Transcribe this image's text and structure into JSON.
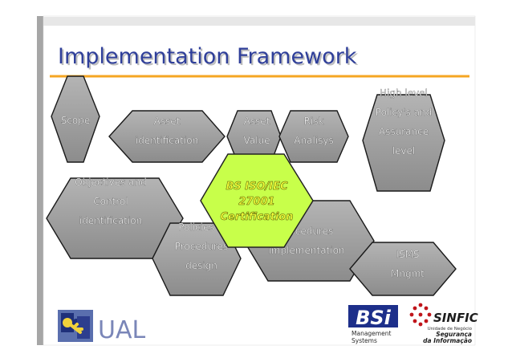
{
  "title": "Implementation Framework",
  "center": {
    "lines": [
      "BS ISO/IEC",
      "27001",
      "Certification"
    ]
  },
  "nodes": [
    {
      "id": "scope",
      "lines": [
        "Scope"
      ]
    },
    {
      "id": "asset-identification",
      "lines": [
        "Asset",
        "identification"
      ]
    },
    {
      "id": "asset-value",
      "lines": [
        "Asset",
        "Value"
      ]
    },
    {
      "id": "risk-analisys",
      "lines": [
        "Risk",
        "Analisys"
      ]
    },
    {
      "id": "high-level-policy",
      "lines": [
        "High level",
        "Policy's and",
        "Assurance",
        "level"
      ]
    },
    {
      "id": "objectives-control",
      "lines": [
        "Objectives and",
        "Control",
        "identification"
      ]
    },
    {
      "id": "policies-procedures-design",
      "lines": [
        "Policies &",
        "Procedures",
        "design"
      ]
    },
    {
      "id": "procedures-implementation",
      "lines": [
        "Procedures",
        "implementation"
      ]
    },
    {
      "id": "isms-mngmt",
      "lines": [
        "ISMS",
        "Mngmt"
      ]
    }
  ],
  "logos": {
    "ual": "UAL",
    "bsi": "BSi",
    "bsi_sub": [
      "Management",
      "Systems"
    ],
    "sinfic": "SINFIC",
    "sinfic_sub": [
      "Unidade de Negócio",
      "Segurança",
      "da Informação"
    ]
  },
  "colors": {
    "hex_fill": "#9c9c9c",
    "hex_stroke": "#1a1a1a",
    "center_fill": "#c8ff4a",
    "center_text": "#f2ff3a",
    "title_bar": "#f5a623",
    "left_bar": "#a6a6a6"
  }
}
